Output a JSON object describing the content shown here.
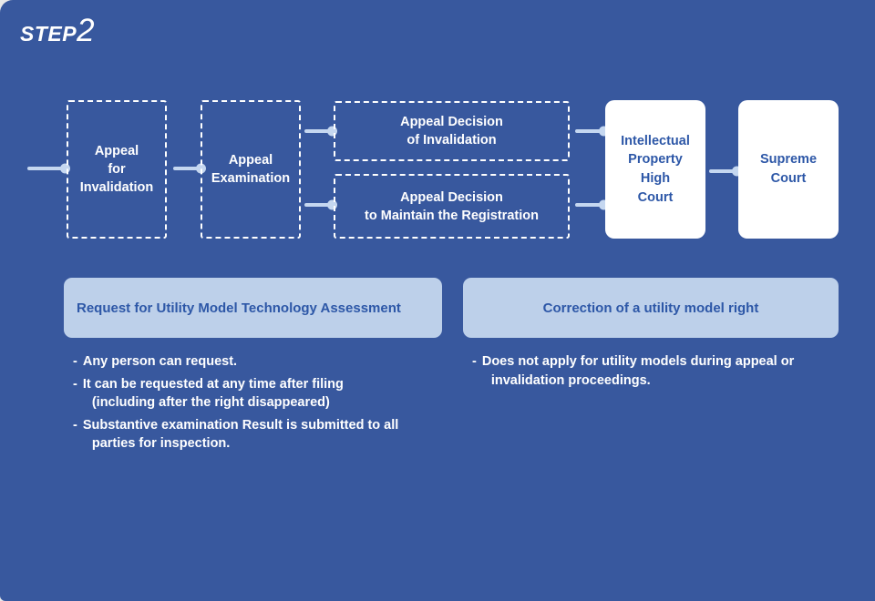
{
  "theme": {
    "background": "#38589e",
    "box_text_light": "#ffffff",
    "box_text_blue": "#2d57a7",
    "panel_fill": "#bdd0ea",
    "connector": "#c5d7f0",
    "white_box_fill": "#ffffff"
  },
  "header": {
    "step_word": "STEP",
    "step_number": "2"
  },
  "flow": {
    "nodes": [
      {
        "id": "appeal-for-invalidation",
        "style": "dashed",
        "lines": [
          "Appeal",
          "for",
          "Invalidation"
        ]
      },
      {
        "id": "appeal-examination",
        "style": "dashed",
        "lines": [
          "Appeal",
          "Examination"
        ]
      },
      {
        "id": "appeal-decision-of-invalidation",
        "style": "dashed",
        "lines": [
          "Appeal Decision",
          "of Invalidation"
        ]
      },
      {
        "id": "appeal-decision-to-maintain",
        "style": "dashed",
        "lines": [
          "Appeal Decision",
          "to Maintain the Registration"
        ]
      },
      {
        "id": "ip-high-court",
        "style": "white",
        "lines": [
          "Intellectual",
          "Property",
          "High",
          "Court"
        ]
      },
      {
        "id": "supreme-court",
        "style": "white",
        "lines": [
          "Supreme",
          "Court"
        ]
      }
    ]
  },
  "sections": [
    {
      "id": "utility-model-technology-assessment",
      "title": "Request for Utility Model Technology Assessment",
      "title_align": "left",
      "notes": [
        {
          "dash": "-",
          "lines": [
            "Any person can request."
          ]
        },
        {
          "dash": "-",
          "lines": [
            "It can be requested at any time after filing",
            "(including after the right disappeared)"
          ]
        },
        {
          "dash": "-",
          "lines": [
            "Substantive examination Result is submitted to all",
            "parties for inspection."
          ]
        }
      ]
    },
    {
      "id": "correction-of-utility-model-right",
      "title": "Correction of a utility model right",
      "title_align": "center",
      "notes": [
        {
          "dash": "-",
          "lines": [
            "Does not apply for utility models during appeal or",
            "invalidation proceedings."
          ]
        }
      ]
    }
  ]
}
